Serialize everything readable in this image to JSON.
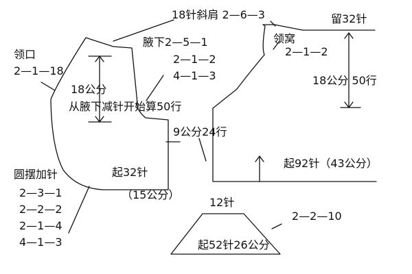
{
  "colors": {
    "ink": "#111111",
    "paper": "#ffffff"
  },
  "labels": {
    "shoulder": "18针斜肩 2—6—3",
    "keep_stitches": "留32针",
    "neck_left_title": "领口",
    "neck_left_value": "2—1—18",
    "armhole_title": "腋下2—5—1",
    "armhole_line2": "2—1—2",
    "armhole_line3": "4—1—3",
    "neck_right_title": "领窝",
    "neck_right_value": "2—1—2",
    "front_height": "18公分",
    "front_start_note": "从腋下减针开始算50行",
    "back_height": "18公分 50行",
    "side_height": "9公分24行",
    "cast_on_front": "起32针",
    "front_width": "（15公分）",
    "cast_on_back": "起92针（43公分）",
    "hem_title": "圆摆加针",
    "hem_lines": [
      "2—3—1",
      "2—2—2",
      "2—1—4",
      "4—1—3"
    ],
    "sleeve_top": "12针",
    "sleeve_rate": "2—2—10",
    "sleeve_cast_on": "起52针26公分"
  }
}
